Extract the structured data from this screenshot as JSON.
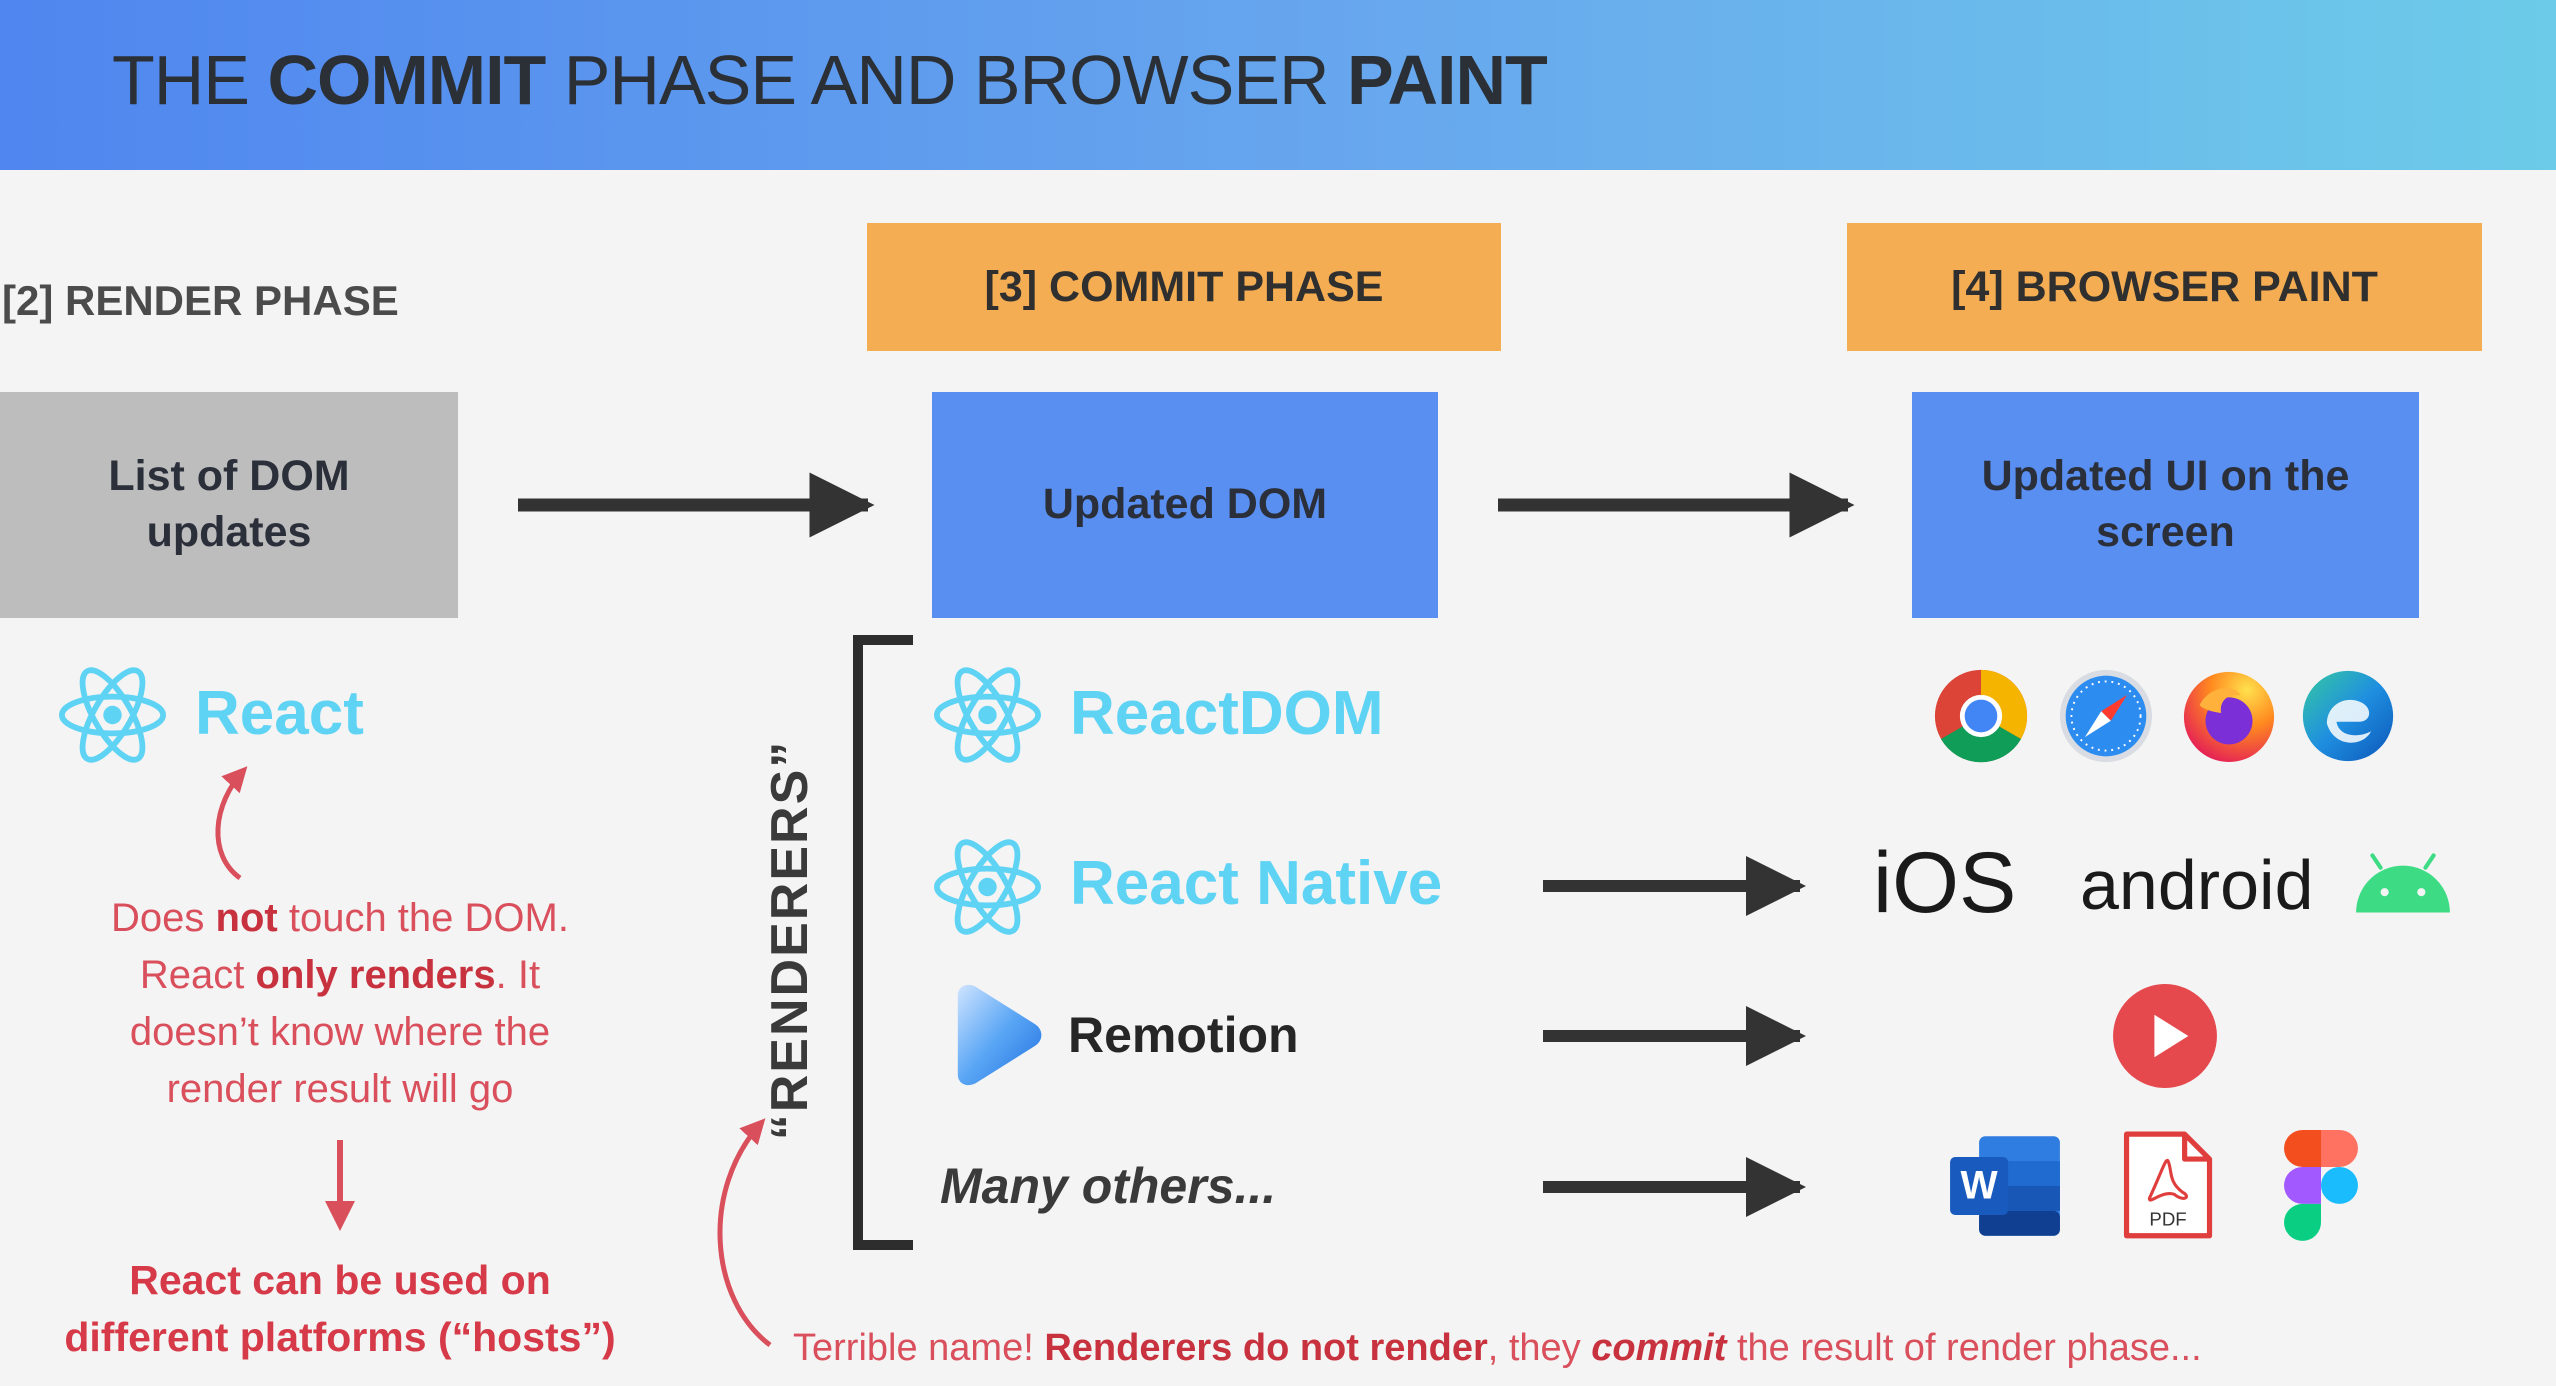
{
  "header": {
    "title_parts": [
      "THE ",
      "COMMIT",
      " PHASE AND BROWSER ",
      "PAINT"
    ],
    "background": [
      "#4f86ef",
      "#6ccbe9"
    ]
  },
  "render_phase": {
    "label": "[2] RENDER PHASE",
    "box_lines": [
      "List of DOM",
      "updates"
    ],
    "react_label": "React",
    "note_parts": [
      "Does ",
      "not",
      " touch the DOM.",
      "React ",
      "only renders",
      ". It",
      "doesn’t know where the",
      "render result will go"
    ],
    "hosts_lines": [
      "React can be used on",
      "different platforms (“hosts”)"
    ]
  },
  "commit_phase": {
    "label": "[3] COMMIT PHASE",
    "box_label": "Updated DOM"
  },
  "browser_paint": {
    "label": "[4] BROWSER PAINT",
    "box_lines": [
      "Updated UI on the",
      "screen"
    ]
  },
  "renderers": {
    "bracket_label": "“RENDERERS”",
    "items": [
      {
        "label": "ReactDOM",
        "icon": "react-logo-icon"
      },
      {
        "label": "React Native",
        "icon": "react-logo-icon"
      },
      {
        "label": "Remotion",
        "icon": "remotion-logo-icon"
      },
      {
        "label": "Many others...",
        "icon": ""
      }
    ]
  },
  "hosts": {
    "browsers": [
      "chrome-icon",
      "safari-icon",
      "firefox-icon",
      "edge-icon"
    ],
    "ios_label": "iOS",
    "android_label": "android",
    "video": "play-video-icon",
    "documents": [
      "word-icon",
      "pdf-icon",
      "figma-icon"
    ],
    "pdf_text": "PDF",
    "word_letter": "W"
  },
  "footer_note_parts": [
    "Terrible name! ",
    "Renderers do not render",
    ", they ",
    "commit",
    " the result of render phase..."
  ],
  "colors": {
    "orange": "#f4ad52",
    "blue": "#5a8ff2",
    "gray": "#bdbdbd",
    "react_cyan": "#5fd3f3",
    "note_red": "#d94f5c"
  }
}
